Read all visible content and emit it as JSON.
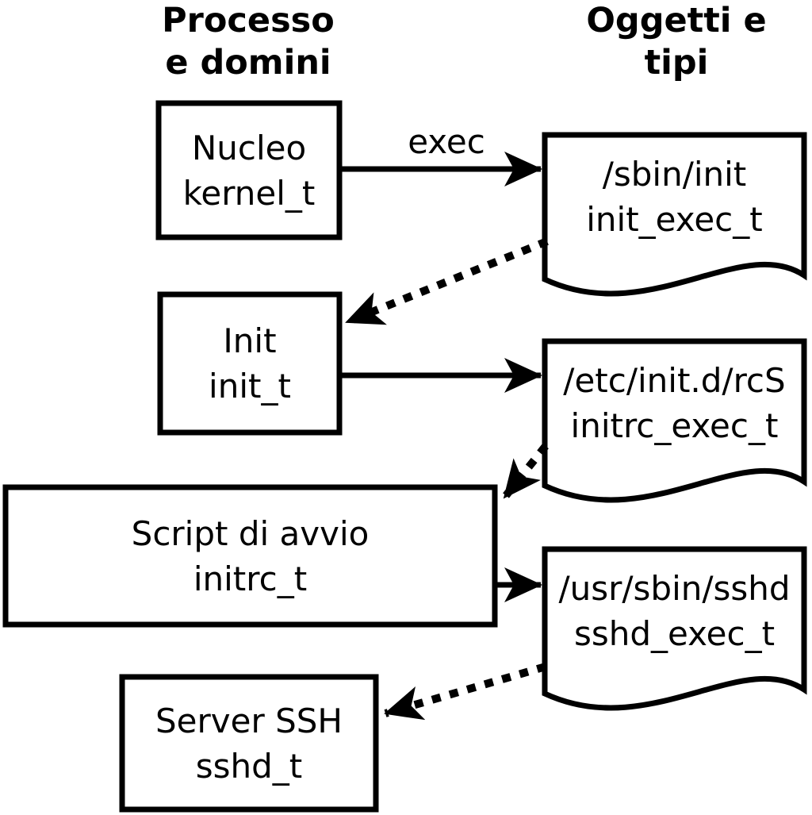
{
  "headers": {
    "left": {
      "line1": "Processo",
      "line2": "e domini"
    },
    "right": {
      "line1": "Oggetti e",
      "line2": "tipi"
    }
  },
  "arrow_labels": {
    "exec": "exec"
  },
  "process_nodes": {
    "kernel": {
      "name": "Nucleo",
      "domain": "kernel_t"
    },
    "init": {
      "name": "Init",
      "domain": "init_t"
    },
    "initrc": {
      "name": "Script di avvio",
      "domain": "initrc_t"
    },
    "sshd": {
      "name": "Server SSH",
      "domain": "sshd_t"
    }
  },
  "object_nodes": {
    "init_exec": {
      "path": "/sbin/init",
      "type": "init_exec_t"
    },
    "initrc_exec": {
      "path": "/etc/init.d/rcS",
      "type": "initrc_exec_t"
    },
    "sshd_exec": {
      "path": "/usr/sbin/sshd",
      "type": "sshd_exec_t"
    }
  },
  "colors": {
    "ink": "#000000",
    "background": "#ffffff"
  }
}
